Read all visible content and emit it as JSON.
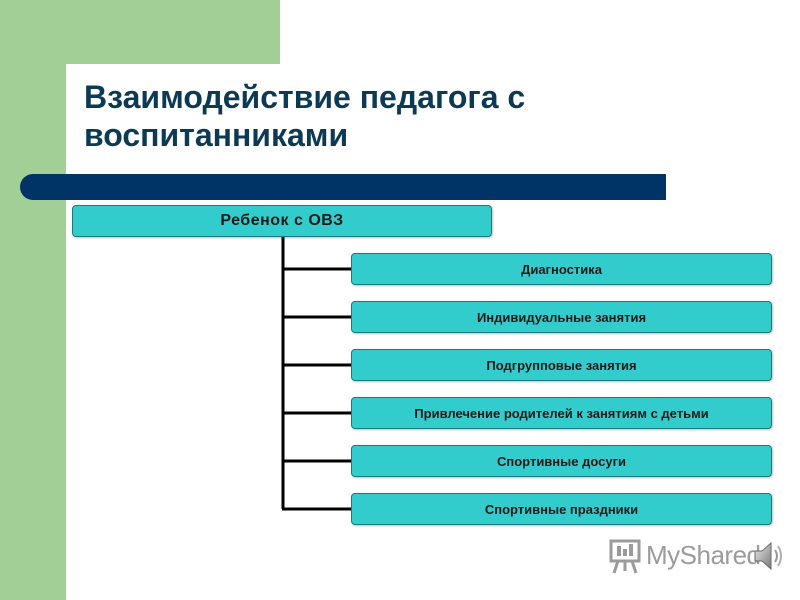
{
  "slide": {
    "title": "Взаимодействие педагога с воспитанниками",
    "colors": {
      "green": "#a2cf96",
      "title_text": "#0c3a55",
      "title_bar": "#003366",
      "box_fill": "#33cccc",
      "connector": "#000000"
    }
  },
  "diagram": {
    "root": "Ребенок с ОВЗ",
    "children": [
      "Диагностика",
      "Индивидуальные занятия",
      "Подгрупповые занятия",
      "Привлечение родителей к занятиям с детьми",
      "Спортивные досуги",
      "Спортивные праздники"
    ]
  },
  "watermark": {
    "logo_text": "MyShared",
    "icon": "presentation-board-icon"
  },
  "audio": {
    "icon": "speaker-icon"
  }
}
